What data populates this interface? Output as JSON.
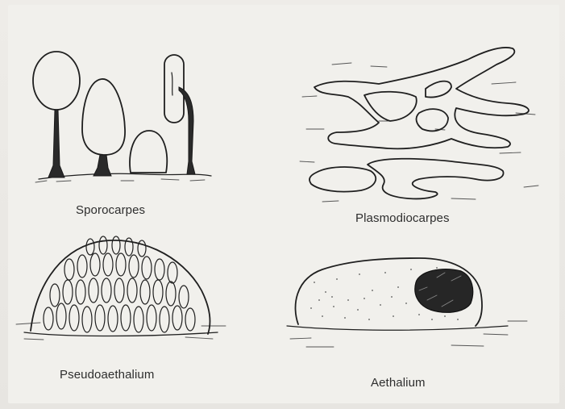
{
  "figure": {
    "panels": [
      {
        "id": "sporocarpes",
        "label": "Sporocarpes"
      },
      {
        "id": "plasmodiocarpes",
        "label": "Plasmodiocarpes"
      },
      {
        "id": "pseudoaethalium",
        "label": "Pseudoaethalium"
      },
      {
        "id": "aethalium",
        "label": "Aethalium"
      }
    ]
  }
}
